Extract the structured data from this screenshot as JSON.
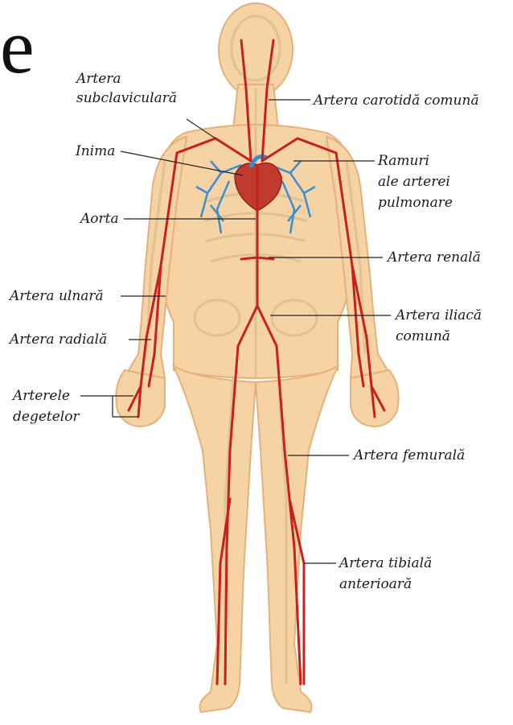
{
  "page_fragment": {
    "top_char": "e"
  },
  "labels": {
    "subclavian_1": "Artera",
    "subclavian_2": "subclaviculară",
    "carotid": "Artera carotidă comună",
    "heart": "Inima",
    "pulmonary_1": "Ramuri",
    "pulmonary_2": "ale arterei",
    "pulmonary_3": "pulmonare",
    "aorta": "Aorta",
    "renal": "Artera renală",
    "ulnar": "Artera ulnară",
    "iliac_1": "Artera iliacă",
    "iliac_2": "comună",
    "radial": "Artera radială",
    "digital_1": "Arterele",
    "digital_2": "degetelor",
    "femoral": "Artera femurală",
    "tibial_1": "Artera tibială",
    "tibial_2": "anterioară"
  },
  "colors": {
    "skin": "#f6d3a4",
    "skin_edge": "#e6b07a",
    "bone": "#efd6ad",
    "artery": "#c8201c",
    "pulmonary": "#3a8fd0",
    "heart": "#c03a30",
    "leader": "#222222"
  }
}
